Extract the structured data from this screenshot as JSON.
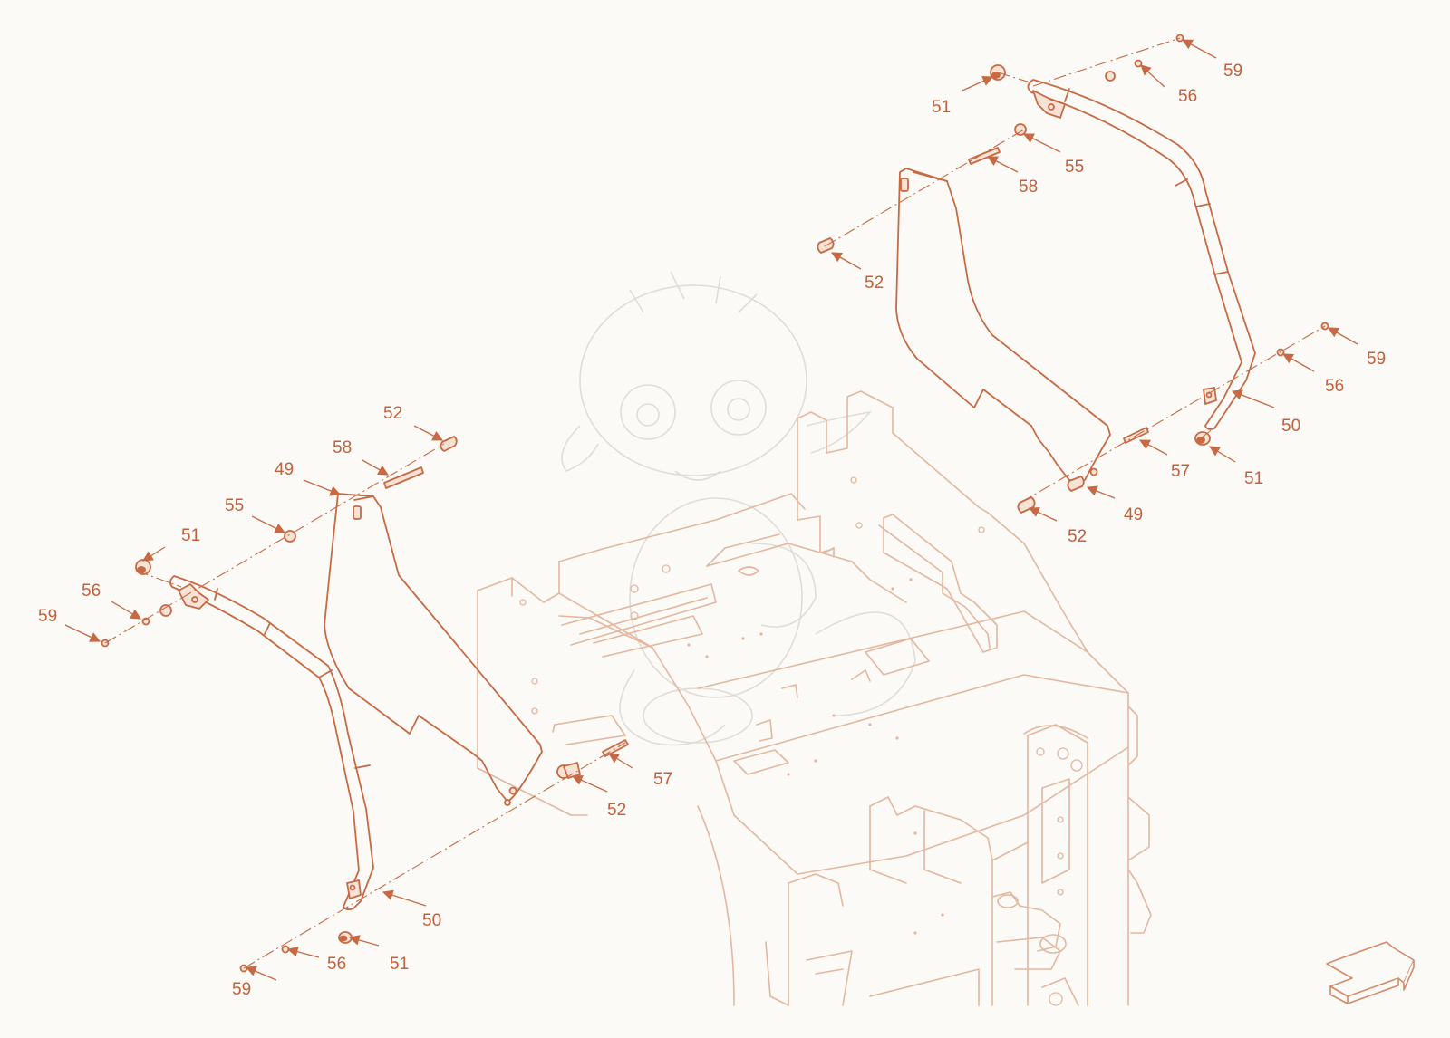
{
  "diagram": {
    "callouts": [
      {
        "label": "59"
      },
      {
        "label": "56"
      },
      {
        "label": "51"
      },
      {
        "label": "55"
      },
      {
        "label": "58"
      },
      {
        "label": "52"
      },
      {
        "label": "59"
      },
      {
        "label": "56"
      },
      {
        "label": "50"
      },
      {
        "label": "57"
      },
      {
        "label": "51"
      },
      {
        "label": "49"
      },
      {
        "label": "52"
      },
      {
        "label": "52"
      },
      {
        "label": "58"
      },
      {
        "label": "49"
      },
      {
        "label": "55"
      },
      {
        "label": "51"
      },
      {
        "label": "56"
      },
      {
        "label": "59"
      },
      {
        "label": "57"
      },
      {
        "label": "52"
      },
      {
        "label": "50"
      },
      {
        "label": "51"
      },
      {
        "label": "56"
      },
      {
        "label": "59"
      }
    ],
    "watermark_icon": "baby-dragon-watermark",
    "next_icon": "next-page-arrow-icon",
    "colors": {
      "part_lines": "#c76a44",
      "callout_text": "#c0613c",
      "frame_lines": "#e3b79f",
      "background": "#fbfaf7",
      "watermark": "#e2dcd6"
    }
  }
}
